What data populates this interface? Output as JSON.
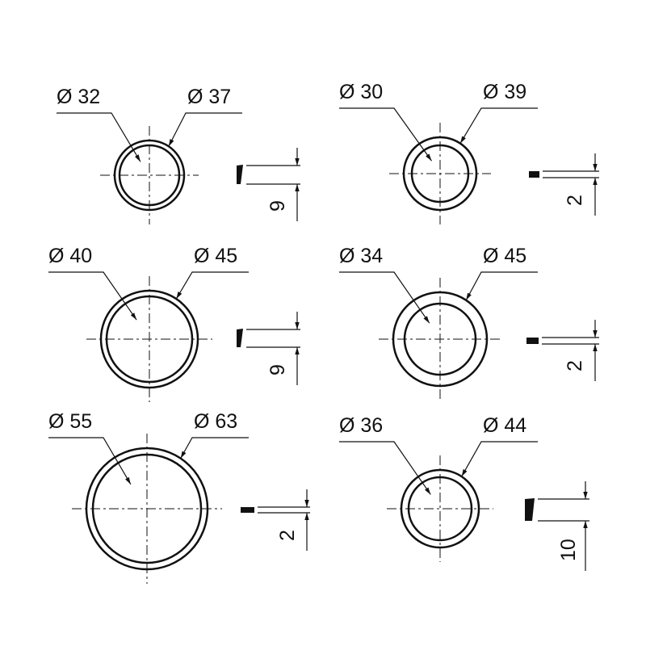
{
  "diagram": {
    "rings": [
      {
        "inner_label": "Ø 32",
        "outer_label": "Ø 37",
        "thickness": "9",
        "profile": "wedge"
      },
      {
        "inner_label": "Ø 30",
        "outer_label": "Ø 39",
        "thickness": "2",
        "profile": "flat"
      },
      {
        "inner_label": "Ø 40",
        "outer_label": "Ø 45",
        "thickness": "9",
        "profile": "wedge"
      },
      {
        "inner_label": "Ø 34",
        "outer_label": "Ø 45",
        "thickness": "2",
        "profile": "flat"
      },
      {
        "inner_label": "Ø 55",
        "outer_label": "Ø 63",
        "thickness": "2",
        "profile": "flat"
      },
      {
        "inner_label": "Ø 36",
        "outer_label": "Ø 44",
        "thickness": "10",
        "profile": "wedge"
      }
    ]
  }
}
